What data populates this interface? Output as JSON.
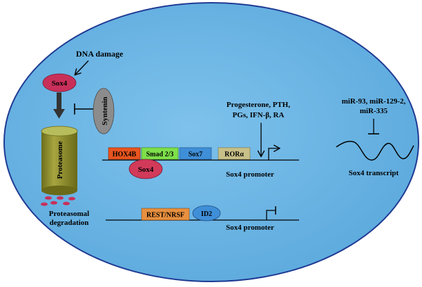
{
  "labels": {
    "dna_damage": "DNA damage",
    "sox4": "Sox4",
    "syntenin": "Syntenin",
    "proteasome": "Proteasome",
    "proteasomal_degradation_line1": "Proteasomal",
    "proteasomal_degradation_line2": "degradation",
    "stimuli_line1": "Progesterone, PTH,",
    "stimuli_line2": "PGs, IFN-β, RA",
    "promoter_active": "Sox4 promoter",
    "promoter_repressed": "Sox4 promoter",
    "mirna_line1": "miR-93, miR-129-2,",
    "mirna_line2": "miR-335",
    "transcript": "Sox4 transcript"
  },
  "activators": [
    {
      "label": "HOX4B",
      "color": "#e8541e"
    },
    {
      "label": "Smad 2/3",
      "color": "#7ee04a"
    },
    {
      "label": "Sox7",
      "color": "#3f8fd8"
    },
    {
      "label": "RORα",
      "color": "#c8c088"
    }
  ],
  "sox4_bound": {
    "label": "Sox4",
    "color": "#d23a5a"
  },
  "repressors": [
    {
      "label": "REST/NRSF",
      "color": "#e8903e"
    },
    {
      "label": "ID2",
      "color": "#3f8fd8"
    }
  ],
  "colors": {
    "cell_fill": "#6db6e6",
    "cell_stroke": "#1f3a93",
    "sox4": "#c8305a",
    "syntenin": "#8c8c8c",
    "proteasome": "#8a8a2a",
    "proteasome_top": "#aab24a",
    "fragments": "#c8305a"
  }
}
